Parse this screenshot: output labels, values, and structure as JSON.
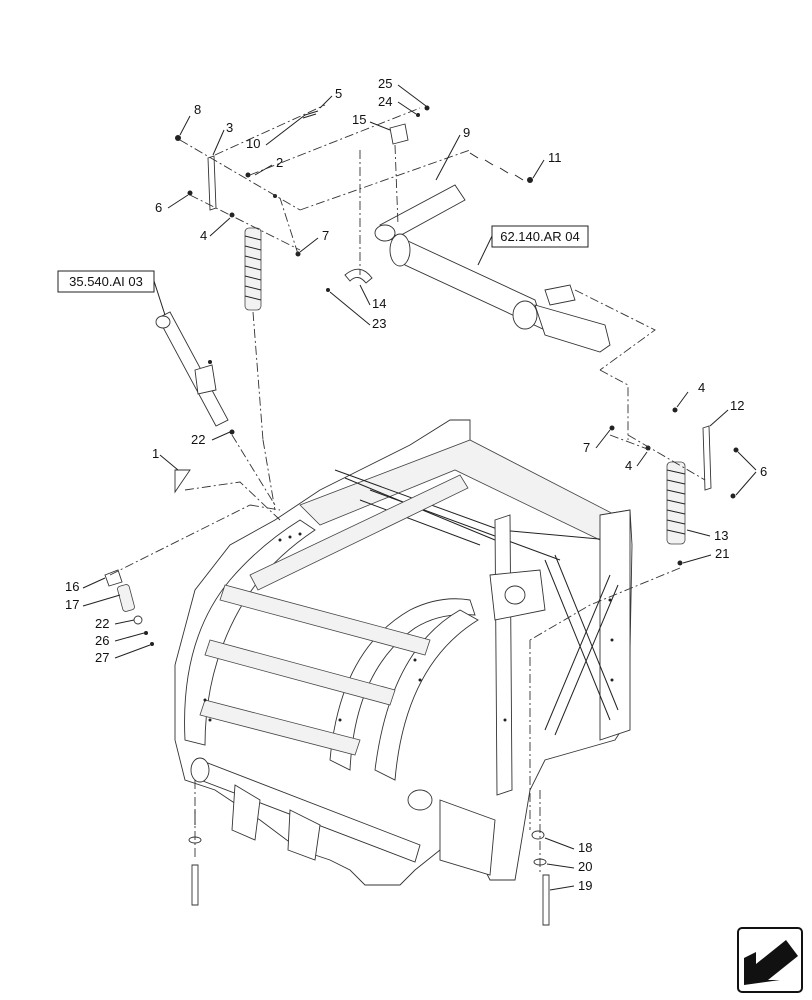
{
  "callouts": {
    "c1": "1",
    "c2": "2",
    "c3": "3",
    "c4a": "4",
    "c4b": "4",
    "c4c": "4",
    "c5": "5",
    "c6a": "6",
    "c6b": "6",
    "c7a": "7",
    "c7b": "7",
    "c8": "8",
    "c9": "9",
    "c10": "10",
    "c11": "11",
    "c12": "12",
    "c13": "13",
    "c14": "14",
    "c15": "15",
    "c16": "16",
    "c17": "17",
    "c18": "18",
    "c19": "19",
    "c20": "20",
    "c21": "21",
    "c22a": "22",
    "c22b": "22",
    "c23": "23",
    "c24": "24",
    "c25": "25",
    "c26": "26",
    "c27": "27"
  },
  "references": {
    "ref_a": "35.540.AI 03",
    "ref_b": "62.140.AR 04"
  },
  "nav_icon": "next-page-arrow-icon"
}
